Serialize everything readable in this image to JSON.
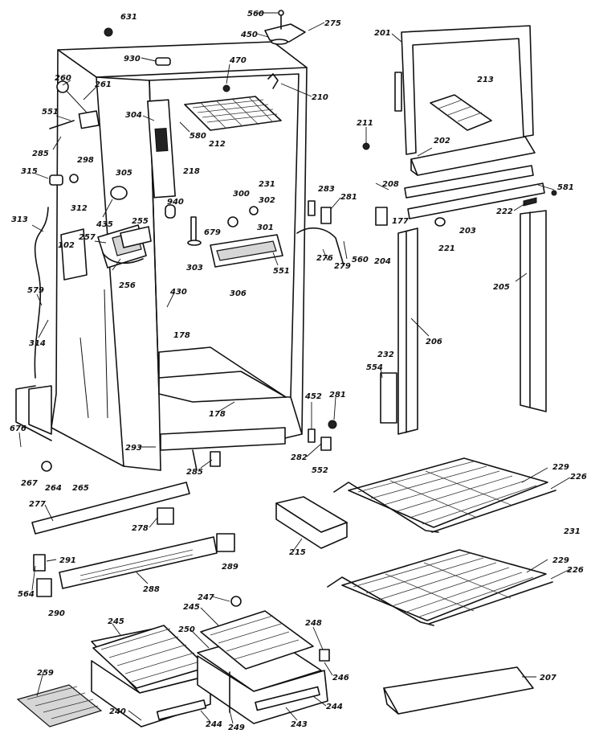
{
  "diagram": {
    "caption": "",
    "labels": {
      "631": "631",
      "560a": "560",
      "275": "275",
      "450": "450",
      "201": "201",
      "930": "930",
      "470": "470",
      "213": "213",
      "260": "260",
      "261": "261",
      "210": "210",
      "551a": "551",
      "304": "304",
      "580": "580",
      "211": "211",
      "285": "285",
      "298": "298",
      "212": "212",
      "202": "202",
      "305": "305",
      "218": "218",
      "315": "315",
      "231a": "231",
      "208": "208",
      "581": "581",
      "312": "312",
      "300": "300",
      "302": "302",
      "283": "283",
      "281a": "281",
      "940": "940",
      "222": "222",
      "435": "435",
      "313": "313",
      "255": "255",
      "177": "177",
      "679": "679",
      "301": "301",
      "203": "203",
      "257": "257",
      "102": "102",
      "303": "303",
      "551b": "551",
      "276": "276",
      "279": "279",
      "560b": "560",
      "221": "221",
      "204": "204",
      "256": "256",
      "306": "306",
      "205": "205",
      "579": "579",
      "430": "430",
      "178a": "178",
      "314": "314",
      "206": "206",
      "232": "232",
      "554": "554",
      "452": "452",
      "281b": "281",
      "178b": "178",
      "676": "676",
      "293": "293",
      "282": "282",
      "285b": "285",
      "552": "552",
      "229a": "229",
      "226a": "226",
      "267": "267",
      "264": "264",
      "265": "265",
      "277": "277",
      "231b": "231",
      "278": "278",
      "215": "215",
      "291": "291",
      "289": "289",
      "229b": "229",
      "226b": "226",
      "564": "564",
      "288": "288",
      "290": "290",
      "247": "247",
      "245a": "245",
      "248": "248",
      "245b": "245",
      "250": "250",
      "246": "246",
      "259": "259",
      "207": "207",
      "244a": "244",
      "244b": "244",
      "240": "240",
      "249": "249",
      "243": "243"
    }
  }
}
